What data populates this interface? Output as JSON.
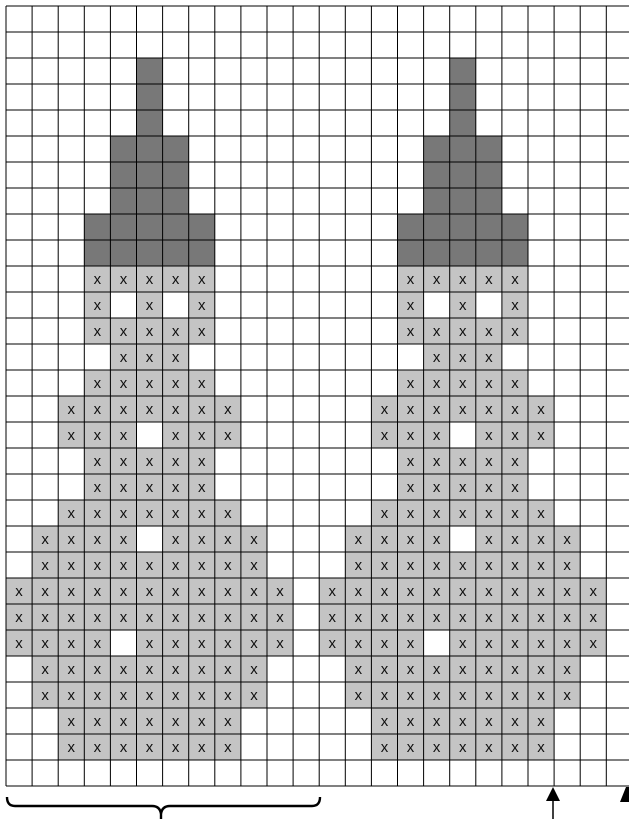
{
  "colors": {
    "background": "#ffffff",
    "grid_line": "#000000",
    "dark_fill": "#787878",
    "light_fill": "#c4c4c4",
    "x_mark": "#111111"
  },
  "grid": {
    "rows": 30,
    "cols": 24
  },
  "chart_data": {
    "type": "heatmap",
    "legend": "none",
    "cell_codes": {
      ".": "empty",
      "D": "dark grey (no mark)",
      "X": "light grey with x",
      "W": "white with x",
      "H": "white hole inside motif"
    },
    "rows": [
      "........................",
      "........................",
      ".....D...........D......",
      ".....D...........D......",
      ".....D...........D......",
      "....DDD.........DDD.....",
      "....DDD.........DDD.....",
      "....DDD.........DDD.....",
      "...DDDDD.......DDDDD....",
      "...DDDDD.......DDDDD....",
      "...XXXXX.......XXXXX....",
      "...XHXHX.......XHXHX....",
      "...XXXXX.......XXXXX....",
      "....XXX.........XXX.....",
      "...XXXXX.......XXXXX....",
      "..XXXXXXX.....XXXXXXX...",
      "..XXXHXXX.....XXXHXXX...",
      "...XXXXX.......XXXXX....",
      "...XXXXX.......XXXXX....",
      "..XXXXXXX.....XXXXXXX...",
      ".XXXXHXXXX...XXXXHXXXX..",
      ".XXXXXXXXX...XXXXXXXXX..",
      "XXXXXXXXXXX.XXXXXXXXXXX.",
      "XXXXXXXXXXX.XXXXXXXXXXX.",
      "XXXXHXXXXXX.XXXXHXXXXXX.",
      ".XXXXXXXXX...XXXXXXXXX..",
      ".XXXXXXXXX...XXXXXXXXX..",
      "..XXXXXXX.....XXXXXXX...",
      "..XXXXXXX.....XXXXXXX...",
      "........................"
    ],
    "mark_symbol": "x"
  }
}
